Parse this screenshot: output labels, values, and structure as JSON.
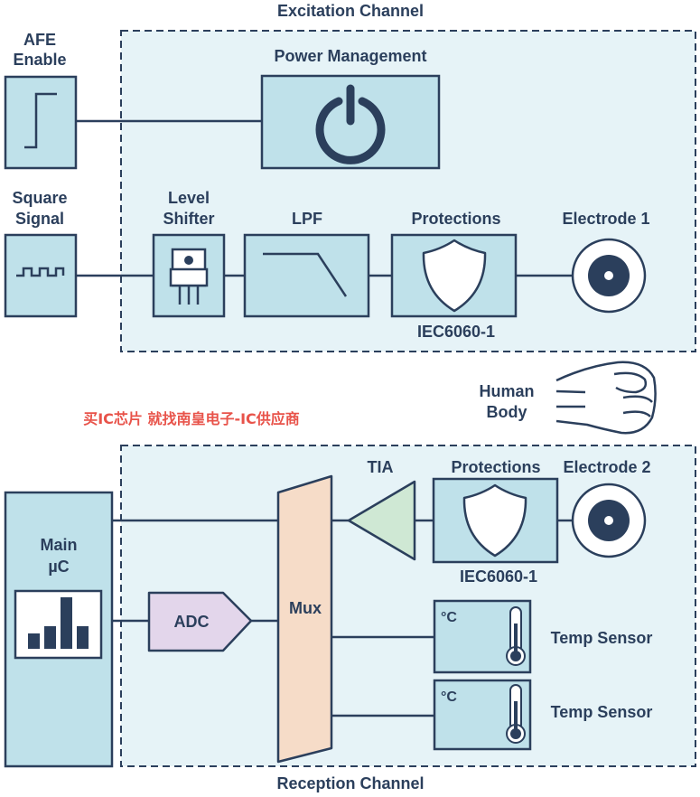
{
  "labels": {
    "excitation_channel": "Excitation Channel",
    "reception_channel": "Reception Channel",
    "afe_enable": [
      "AFE",
      "Enable"
    ],
    "square_signal": [
      "Square",
      "Signal"
    ],
    "power_management": "Power Management",
    "level_shifter": [
      "Level",
      "Shifter"
    ],
    "lpf": "LPF",
    "protections_1": "Protections",
    "iec_1": "IEC6060-1",
    "electrode_1": "Electrode 1",
    "human_body": [
      "Human",
      "Body"
    ],
    "watermark": "买IC芯片 就找南皇电子-IC供应商",
    "tia": "TIA",
    "protections_2": "Protections",
    "electrode_2": "Electrode 2",
    "iec_2": "IEC6060-1",
    "main_uc": [
      "Main",
      "µC"
    ],
    "adc": "ADC",
    "mux": "Mux",
    "deg_c_1": "°C",
    "deg_c_2": "°C",
    "temp_sensor_1": "Temp Sensor",
    "temp_sensor_2": "Temp Sensor"
  },
  "colors": {
    "channel_fill": "#e6f3f7",
    "block_fill": "#bfe1ea",
    "outline": "#2b3f5c",
    "tia_fill": "#cfe8d4",
    "adc_fill": "#e3d6eb",
    "mux_fill": "#f6dcc8",
    "watermark": "#e8534a"
  },
  "icons": {
    "afe_enable": "step-waveform-icon",
    "square_signal": "square-wave-icon",
    "power_management": "power-icon",
    "level_shifter": "transistor-package-icon",
    "lpf": "lowpass-response-icon",
    "protections": "shield-icon",
    "electrode": "electrode-icon",
    "human_body": "fist-icon",
    "main_uc": "bar-chart-icon",
    "temp_sensor": "thermometer-icon"
  }
}
